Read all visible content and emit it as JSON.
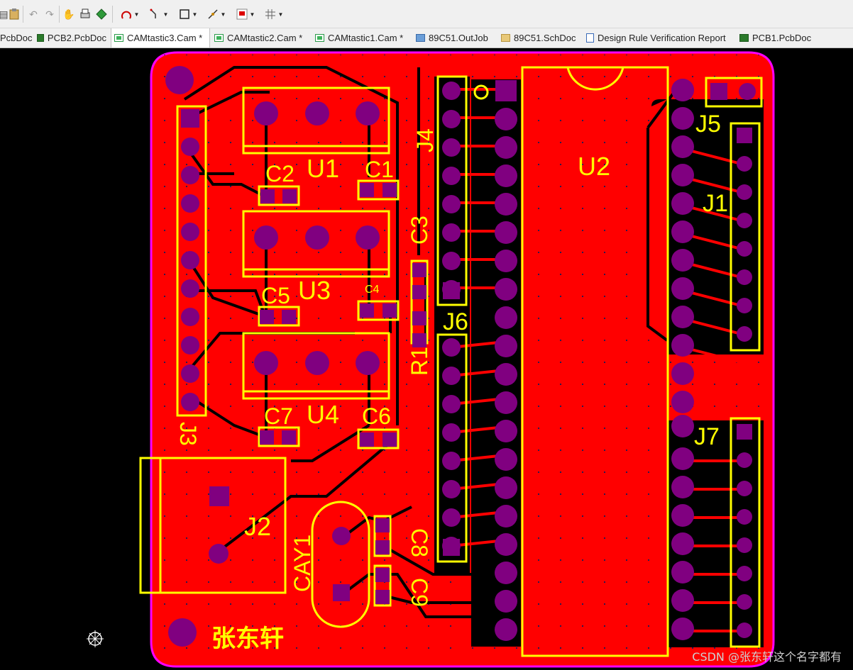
{
  "toolbar": {
    "tools": [
      "paste-icon",
      "undo-icon",
      "redo-icon",
      "pan-hand-icon",
      "print-icon",
      "layer-icon",
      "arc-tool-icon",
      "route-tool-icon",
      "rectangle-tool-icon",
      "component-tool-icon",
      "flag-tool-icon",
      "grid-icon"
    ]
  },
  "tabs": [
    {
      "label": "PcbDoc",
      "kind": "pcb"
    },
    {
      "label": "PCB2.PcbDoc",
      "kind": "pcb"
    },
    {
      "label": "CAMtastic3.Cam *",
      "kind": "cam",
      "active": true
    },
    {
      "label": "CAMtastic2.Cam *",
      "kind": "cam"
    },
    {
      "label": "CAMtastic1.Cam *",
      "kind": "cam"
    },
    {
      "label": "89C51.OutJob",
      "kind": "job"
    },
    {
      "label": "89C51.SchDoc",
      "kind": "sch"
    },
    {
      "label": "Design Rule Verification Report",
      "kind": "report"
    },
    {
      "label": "PCB1.PcbDoc",
      "kind": "pcb"
    }
  ],
  "designators": {
    "U1": "U1",
    "U2": "U2",
    "U3": "U3",
    "U4": "U4",
    "C1": "C1",
    "C2": "C2",
    "C3": "C3",
    "C4": "C4",
    "C5": "C5",
    "C6": "C6",
    "C7": "C7",
    "C8": "C8",
    "C9": "C9",
    "R1": "R1",
    "J1": "J1",
    "J2": "J2",
    "J3": "J3",
    "J4": "J4",
    "J5": "J5",
    "J6": "J6",
    "J7": "J7",
    "CAY1": "CAY1"
  },
  "signature": "张东轩",
  "watermark": "CSDN @张东轩这个名字都有",
  "colors": {
    "board": "#ff0000",
    "silkscreen": "#ffff00",
    "pad": "#800080",
    "outline": "#ff00ff",
    "background": "#000000"
  }
}
